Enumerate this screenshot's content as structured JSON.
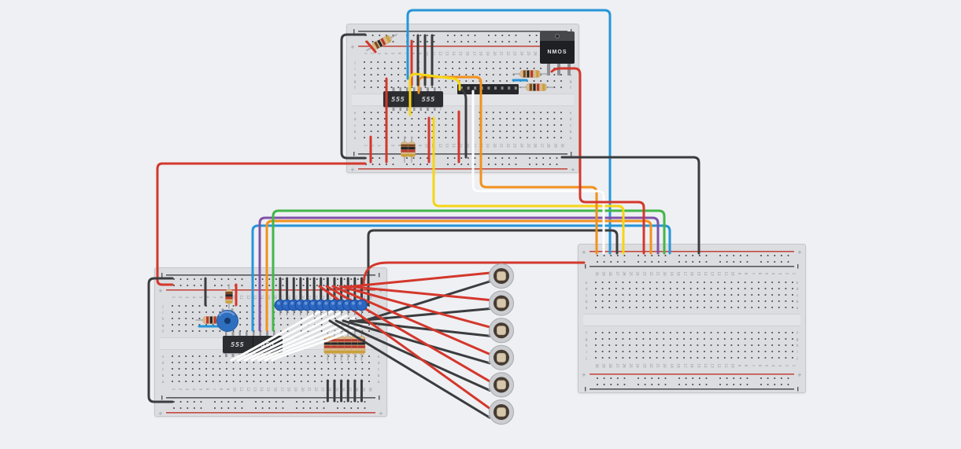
{
  "app": {
    "bg": "#eef0f3"
  },
  "palette": {
    "wire_red": "#d4372c",
    "wire_black": "#3a3c3e",
    "wire_blue": "#2695d8",
    "wire_yellow": "#f6d514",
    "wire_orange": "#f2911c",
    "wire_green": "#43b649",
    "wire_purple": "#8052a8",
    "wire_white": "#fdfdfd",
    "board_body": "#dcdde0",
    "board_line_red": "#c34a42",
    "board_line_black": "#55575a",
    "hole": "#46484b",
    "label": "#8f9194",
    "led_blue": "#2b66c2",
    "resistor_body": "#d9ba8c",
    "ic_body": "#2c2d30",
    "ic_text": "#c7c8cb",
    "sensor_outer": "#cbcdd0",
    "sensor_ring": "#463b33",
    "sensor_center": "#d6c6ab",
    "pot_blue": "#2f6fc0"
  },
  "breadboard": {
    "letters_top": [
      "j",
      "i",
      "h",
      "g",
      "f"
    ],
    "letters_bottom": [
      "e",
      "d",
      "c",
      "b",
      "a"
    ],
    "numbers": [
      1,
      2,
      3,
      4,
      5,
      6,
      7,
      8,
      9,
      10,
      11,
      12,
      13,
      14,
      15,
      16,
      17,
      18,
      19,
      20,
      21,
      22,
      23,
      24,
      25,
      26,
      27,
      28,
      29,
      30
    ],
    "plus_mark": "+"
  },
  "boards": [
    {
      "name": "top-breadboard",
      "rotated": false
    },
    {
      "name": "left-breadboard",
      "rotated": false
    },
    {
      "name": "right-breadboard",
      "rotated": true
    }
  ],
  "components": {
    "timers": [
      {
        "name": "dual-555-top",
        "labels": [
          "555",
          "555"
        ]
      },
      {
        "name": "dual-555-bottom",
        "labels": [
          "555",
          "555"
        ]
      }
    ],
    "mosfet": {
      "label": "NMOS"
    },
    "led_count": 13,
    "sensor_count": 6,
    "white_wire_count": 7,
    "rail_jumper_count": 13,
    "divider_resistor_count": 6,
    "header_pin_count": 9
  }
}
